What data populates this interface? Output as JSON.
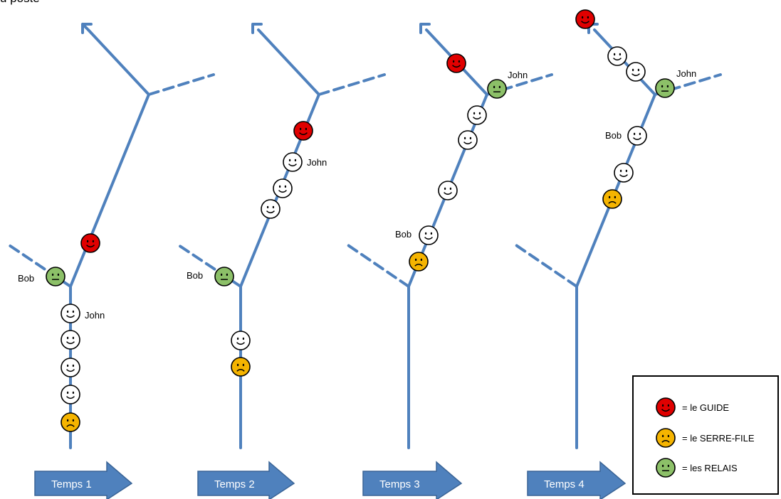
{
  "top_fragment": "u poste",
  "colors": {
    "trail": "#4f81bd",
    "guide": "#e00000",
    "serre_file": "#f5b400",
    "relais": "#8cc068",
    "walker": "#ffffff",
    "arrow_fill": "#4f81bd",
    "arrow_stroke": "#3a6496"
  },
  "time_labels": [
    "Temps  1",
    "Temps  2",
    "Temps  3",
    "Temps  4"
  ],
  "names": {
    "bob": "Bob",
    "john": "John"
  },
  "legend": {
    "guide": "= le GUIDE",
    "serre_file": "= le SERRE-FILE",
    "relais": "= les RELAIS"
  }
}
